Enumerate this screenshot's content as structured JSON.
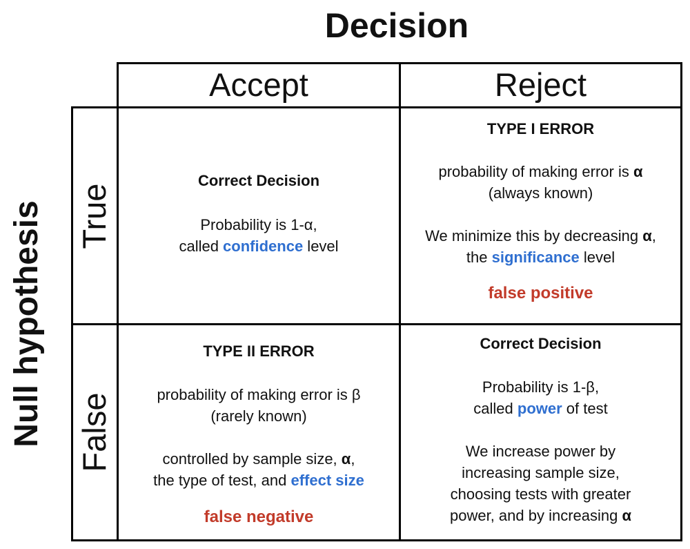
{
  "titles": {
    "decision": "Decision",
    "null_hypothesis": "Null hypothesis"
  },
  "columns": {
    "accept": "Accept",
    "reject": "Reject"
  },
  "rows": {
    "true": "True",
    "false": "False"
  },
  "cells": {
    "true_accept": {
      "title": "Correct Decision",
      "line1": "Probability is 1-α,",
      "line2_pre": "called ",
      "line2_keyword": "confidence",
      "line2_post": " level"
    },
    "true_reject": {
      "title": "TYPE I ERROR",
      "line1_pre": "probability of making error is ",
      "line1_symbol": "α",
      "line2": "(always known)",
      "line3_pre": "We minimize this by decreasing ",
      "line3_symbol": "α",
      "line3_post": ",",
      "line4_pre": "the ",
      "line4_keyword": "significance",
      "line4_post": " level",
      "outcome": "false positive"
    },
    "false_accept": {
      "title": "TYPE II ERROR",
      "line1": "probability of making error is β",
      "line2": "(rarely known)",
      "line3_pre": "controlled by sample size, ",
      "line3_symbol": "α",
      "line3_post": ",",
      "line4_pre": "the type of test, and ",
      "line4_keyword": "effect size",
      "outcome": "false negative"
    },
    "false_reject": {
      "title": "Correct Decision",
      "line1": "Probability is 1-β,",
      "line2_pre": "called ",
      "line2_keyword": "power",
      "line2_post": " of test",
      "line3": "We increase power by",
      "line4": "increasing sample size,",
      "line5": "choosing tests with greater",
      "line6_pre": "power, and by increasing ",
      "line6_symbol": "α"
    }
  },
  "colors": {
    "keyword_blue": "#2f6fd0",
    "outcome_red": "#c23b2a",
    "grid": "#000000"
  }
}
